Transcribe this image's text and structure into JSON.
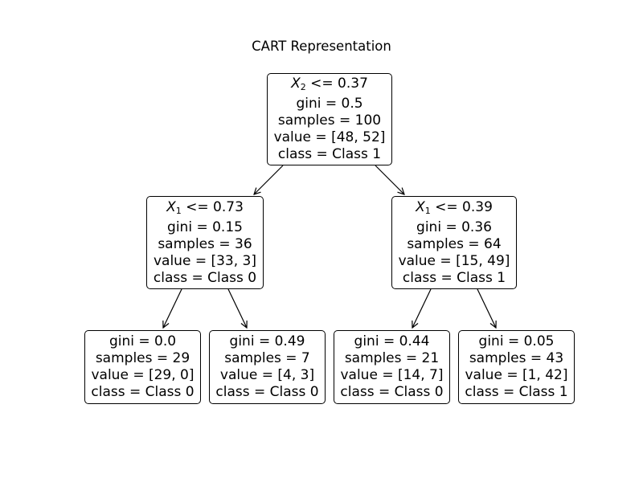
{
  "title": "CART Representation",
  "colors": {
    "stroke": "#000000",
    "fill": "#ffffff"
  },
  "nodes": {
    "root": {
      "feat_var": "X",
      "feat_sub": "2",
      "split_op": " <= ",
      "threshold": "0.37",
      "gini": "gini = 0.5",
      "samples": "samples = 100",
      "value": "value = [48, 52]",
      "cls": "class = Class 1"
    },
    "left": {
      "feat_var": "X",
      "feat_sub": "1",
      "split_op": " <= ",
      "threshold": "0.73",
      "gini": "gini = 0.15",
      "samples": "samples = 36",
      "value": "value = [33, 3]",
      "cls": "class = Class 0"
    },
    "right": {
      "feat_var": "X",
      "feat_sub": "1",
      "split_op": " <= ",
      "threshold": "0.39",
      "gini": "gini = 0.36",
      "samples": "samples = 64",
      "value": "value = [15, 49]",
      "cls": "class = Class 1"
    },
    "ll": {
      "gini": "gini = 0.0",
      "samples": "samples = 29",
      "value": "value = [29, 0]",
      "cls": "class = Class 0"
    },
    "lr": {
      "gini": "gini = 0.49",
      "samples": "samples = 7",
      "value": "value = [4, 3]",
      "cls": "class = Class 0"
    },
    "rl": {
      "gini": "gini = 0.44",
      "samples": "samples = 21",
      "value": "value = [14, 7]",
      "cls": "class = Class 0"
    },
    "rr": {
      "gini": "gini = 0.05",
      "samples": "samples = 43",
      "value": "value = [1, 42]",
      "cls": "class = Class 1"
    }
  }
}
